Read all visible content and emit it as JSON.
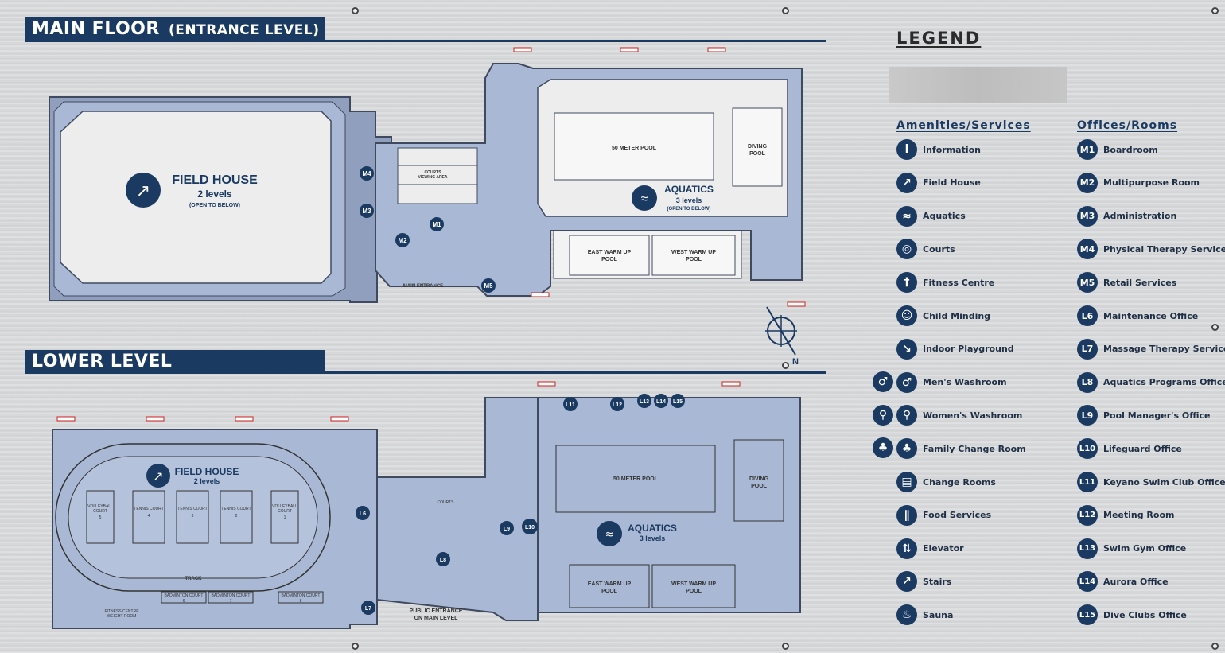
{
  "main_floor": {
    "title": "MAIN FLOOR",
    "subtitle": "(ENTRANCE LEVEL)",
    "field_house": {
      "name": "FIELD HOUSE",
      "levels": "2 levels",
      "note": "(OPEN TO BELOW)"
    },
    "aquatics": {
      "name": "AQUATICS",
      "levels": "3 levels",
      "note": "(OPEN TO BELOW)"
    },
    "pool_50m": "50 METER POOL",
    "diving": [
      "DIVING",
      "POOL"
    ],
    "east_warm": [
      "EAST WARM UP",
      "POOL"
    ],
    "west_warm": [
      "WEST WARM UP",
      "POOL"
    ],
    "main_entrance": "MAIN ENTRANCE",
    "courts_viewing": [
      "COURTS",
      "VIEWING AREA"
    ],
    "markers": [
      "M1",
      "M2",
      "M3",
      "M4",
      "M5"
    ]
  },
  "lower_level": {
    "title": "LOWER LEVEL",
    "field_house": {
      "name": "FIELD HOUSE",
      "levels": "2 levels"
    },
    "aquatics": {
      "name": "AQUATICS",
      "levels": "3 levels"
    },
    "pool_50m": "50 METER POOL",
    "diving": [
      "DIVING",
      "POOL"
    ],
    "east_warm": [
      "EAST WARM UP",
      "POOL"
    ],
    "west_warm": [
      "WEST WARM UP",
      "POOL"
    ],
    "track": "TRACK",
    "courts": [
      {
        "l1": "VOLLEYBALL",
        "l2": "COURT",
        "n": "5"
      },
      {
        "l1": "TENNIS COURT",
        "l2": "",
        "n": "4"
      },
      {
        "l1": "TENNIS COURT",
        "l2": "",
        "n": "3"
      },
      {
        "l1": "TENNIS COURT",
        "l2": "",
        "n": "2"
      },
      {
        "l1": "VOLLEYBALL",
        "l2": "COURT",
        "n": "1"
      }
    ],
    "badminton": [
      {
        "l": "BADMINTON COURT",
        "n": "6"
      },
      {
        "l": "BADMINTON COURT",
        "n": "7"
      },
      {
        "l": "BADMINTON COURT",
        "n": "8"
      }
    ],
    "fitness": [
      "FITNESS CENTRE",
      "WEIGHT ROOM"
    ],
    "courts_label": "COURTS",
    "public_entrance": [
      "PUBLIC ENTRANCE",
      "ON MAIN LEVEL"
    ],
    "markers": [
      "L6",
      "L7",
      "L8",
      "L9",
      "L10",
      "L11",
      "L12",
      "L13",
      "L14",
      "L15"
    ]
  },
  "compass": {
    "n": "N"
  },
  "legend": {
    "title": "LEGEND",
    "amenities_title": "Amenities/Services",
    "offices_title": "Offices/Rooms",
    "amenities": [
      {
        "icon": "info-icon",
        "glyph": "i",
        "label": "Information"
      },
      {
        "icon": "field-house-icon",
        "glyph": "↗",
        "label": "Field House"
      },
      {
        "icon": "aquatics-icon",
        "glyph": "≈",
        "label": "Aquatics"
      },
      {
        "icon": "courts-icon",
        "glyph": "◎",
        "label": "Courts"
      },
      {
        "icon": "fitness-icon",
        "glyph": "†",
        "label": "Fitness Centre"
      },
      {
        "icon": "child-minding-icon",
        "glyph": "☺",
        "label": "Child Minding"
      },
      {
        "icon": "playground-icon",
        "glyph": "↘",
        "label": "Indoor Playground"
      },
      {
        "icon": "mens-washroom-icon",
        "glyph": "♂",
        "label": "Men's Washroom"
      },
      {
        "icon": "womens-washroom-icon",
        "glyph": "♀",
        "label": "Women's Washroom"
      },
      {
        "icon": "family-change-icon",
        "glyph": "♣",
        "label": "Family Change Room"
      },
      {
        "icon": "change-rooms-icon",
        "glyph": "▤",
        "label": "Change Rooms"
      },
      {
        "icon": "food-icon",
        "glyph": "∥",
        "label": "Food Services"
      },
      {
        "icon": "elevator-icon",
        "glyph": "⇅",
        "label": "Elevator"
      },
      {
        "icon": "stairs-icon",
        "glyph": "↗",
        "label": "Stairs"
      },
      {
        "icon": "sauna-icon",
        "glyph": "♨",
        "label": "Sauna"
      }
    ],
    "offices": [
      {
        "code": "M1",
        "label": "Boardroom"
      },
      {
        "code": "M2",
        "label": "Multipurpose Room"
      },
      {
        "code": "M3",
        "label": "Administration"
      },
      {
        "code": "M4",
        "label": "Physical Therapy Services"
      },
      {
        "code": "M5",
        "label": "Retail Services"
      },
      {
        "code": "L6",
        "label": "Maintenance Office"
      },
      {
        "code": "L7",
        "label": "Massage Therapy Services"
      },
      {
        "code": "L8",
        "label": "Aquatics Programs Office"
      },
      {
        "code": "L9",
        "label": "Pool Manager's Office"
      },
      {
        "code": "L10",
        "label": "Lifeguard Office"
      },
      {
        "code": "L11",
        "label": "Keyano Swim Club Office"
      },
      {
        "code": "L12",
        "label": "Meeting Room"
      },
      {
        "code": "L13",
        "label": "Swim Gym Office"
      },
      {
        "code": "L14",
        "label": "Aurora Office"
      },
      {
        "code": "L15",
        "label": "Dive Clubs Office"
      }
    ]
  },
  "colors": {
    "navy": "#1b3a62",
    "floor": "#a9b8d4",
    "wall": "#4a5a72",
    "pool": "#e6e9ee"
  }
}
